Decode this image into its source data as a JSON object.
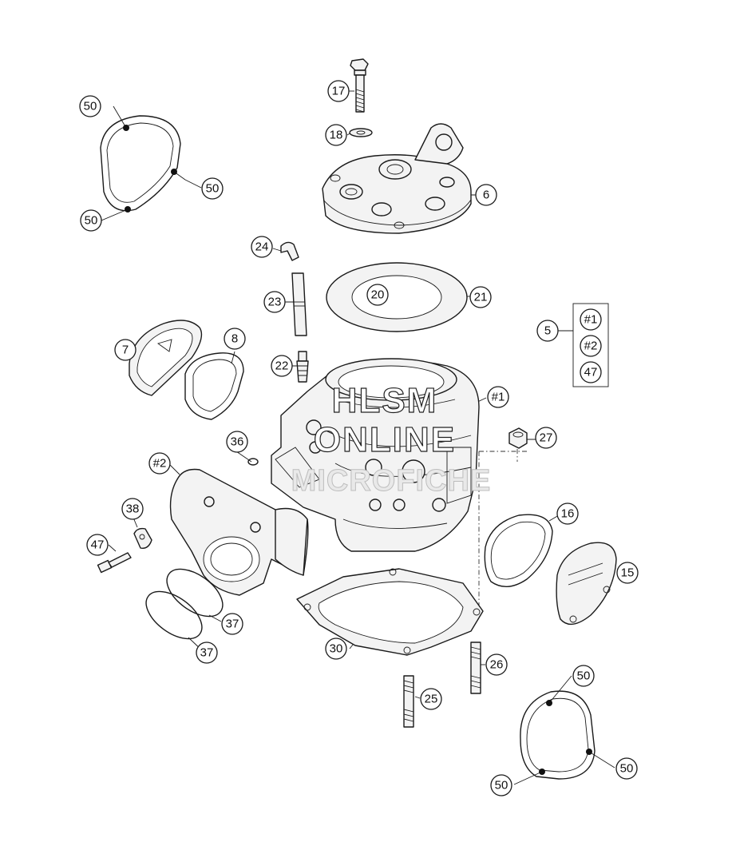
{
  "callouts": [
    {
      "id": "c17",
      "label": "17"
    },
    {
      "id": "c18",
      "label": "18"
    },
    {
      "id": "c6",
      "label": "6"
    },
    {
      "id": "c24",
      "label": "24"
    },
    {
      "id": "c20",
      "label": "20"
    },
    {
      "id": "c21",
      "label": "21"
    },
    {
      "id": "c23",
      "label": "23"
    },
    {
      "id": "c5",
      "label": "5"
    },
    {
      "id": "c7",
      "label": "7"
    },
    {
      "id": "c8",
      "label": "8"
    },
    {
      "id": "c22",
      "label": "22"
    },
    {
      "id": "ch1a",
      "label": "#1"
    },
    {
      "id": "ch1b",
      "label": "#1"
    },
    {
      "id": "ch2a",
      "label": "#2"
    },
    {
      "id": "ch2b",
      "label": "#2"
    },
    {
      "id": "c47a",
      "label": "47"
    },
    {
      "id": "c47b",
      "label": "47"
    },
    {
      "id": "c27",
      "label": "27"
    },
    {
      "id": "c36",
      "label": "36"
    },
    {
      "id": "c38",
      "label": "38"
    },
    {
      "id": "c16",
      "label": "16"
    },
    {
      "id": "c15",
      "label": "15"
    },
    {
      "id": "c37a",
      "label": "37"
    },
    {
      "id": "c37b",
      "label": "37"
    },
    {
      "id": "c30",
      "label": "30"
    },
    {
      "id": "c26",
      "label": "26"
    },
    {
      "id": "c25",
      "label": "25"
    },
    {
      "id": "c50a",
      "label": "50"
    },
    {
      "id": "c50b",
      "label": "50"
    },
    {
      "id": "c50c",
      "label": "50"
    },
    {
      "id": "c50d",
      "label": "50"
    },
    {
      "id": "c50e",
      "label": "50"
    },
    {
      "id": "c50f",
      "label": "50"
    }
  ],
  "watermark": {
    "line1": "HLSM",
    "line2": "ONLINE",
    "line3": "MICROFICHE"
  },
  "colors": {
    "ink": "#1a1a1a",
    "background": "#ffffff"
  }
}
